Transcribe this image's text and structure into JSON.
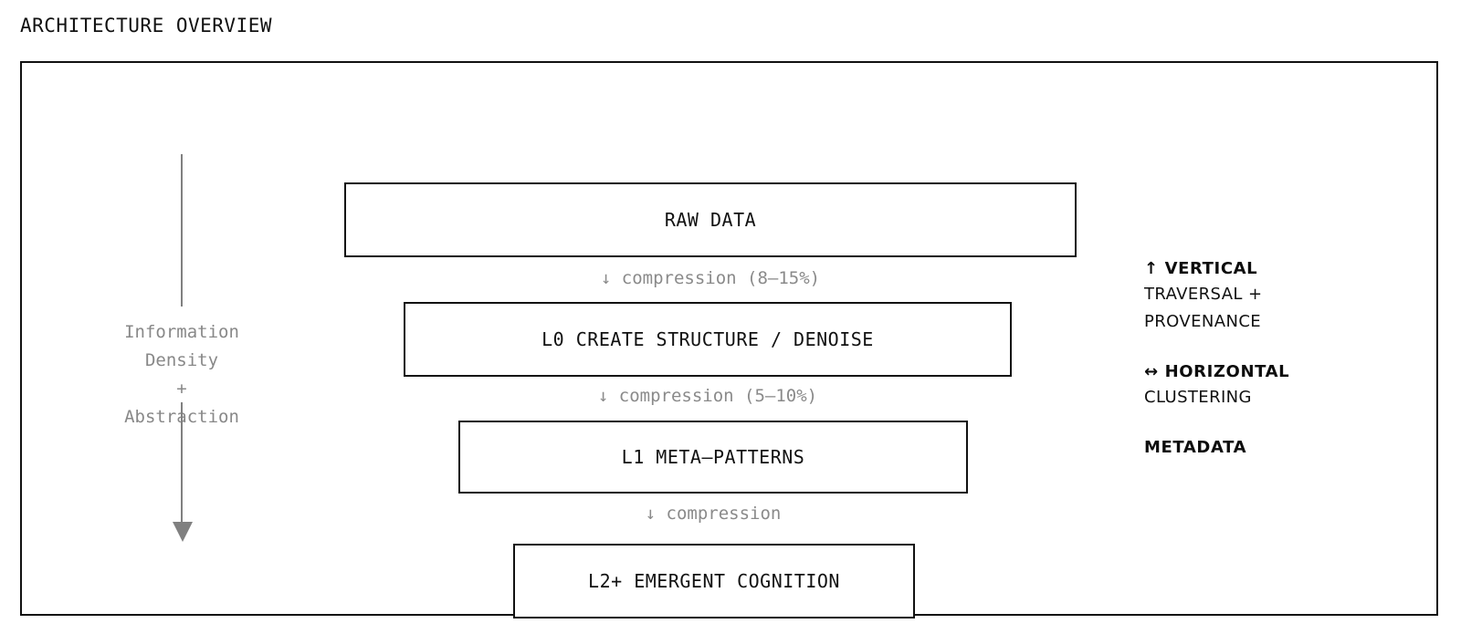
{
  "page": {
    "title": "ARCHITECTURE OVERVIEW"
  },
  "axis": {
    "label": "Information\nDensity\n+\nAbstraction",
    "arrow_direction": "down",
    "color": "#888888"
  },
  "pipeline": {
    "boxes": [
      {
        "id": "raw-data",
        "label": "RAW DATA"
      },
      {
        "id": "l0-create-structure",
        "label": "L0 CREATE STRUCTURE / DENOISE"
      },
      {
        "id": "l1-meta-patterns",
        "label": "L1 META–PATTERNS"
      },
      {
        "id": "l2-emergent",
        "label": "L2+ EMERGENT COGNITION"
      }
    ],
    "transitions": [
      {
        "id": "compression-1",
        "label": "↓ compression (8–15%)",
        "range": "8–15%"
      },
      {
        "id": "compression-2",
        "label": "↓ compression (5–10%)",
        "range": "5–10%"
      },
      {
        "id": "compression-3",
        "label": "↓ compression",
        "range": ""
      }
    ]
  },
  "legend": {
    "groups": [
      {
        "arrow": "↑",
        "heading": "VERTICAL",
        "body": "TRAVERSAL +\nPROVENANCE"
      },
      {
        "arrow": "↔",
        "heading": "HORIZONTAL",
        "body": "CLUSTERING"
      },
      {
        "arrow": "",
        "heading": "METADATA",
        "body": ""
      }
    ]
  },
  "colors": {
    "ink": "#111111",
    "muted": "#8a8a8a",
    "background": "#ffffff"
  }
}
